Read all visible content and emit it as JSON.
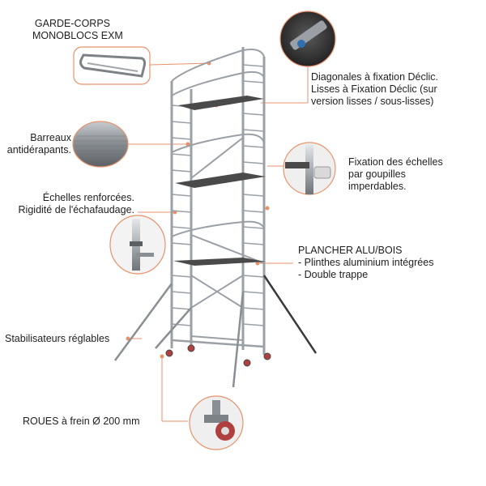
{
  "labels": {
    "garde_corps": {
      "lines": [
        "GARDE-CORPS",
        "MONOBLOCS EXM"
      ]
    },
    "diagonales": {
      "lines": [
        "Diagonales à fixation Déclic.",
        "Lisses à Fixation Déclic (sur",
        "version lisses / sous-lisses)"
      ]
    },
    "barreaux": {
      "lines": [
        "Barreaux",
        "antidérapants."
      ]
    },
    "fixation_echelles": {
      "lines": [
        "Fixation des échelles",
        "par goupilles",
        "imperdables."
      ]
    },
    "echelles": {
      "lines": [
        "Échelles renforcées.",
        "Rigidité de l'échafaudage."
      ]
    },
    "plancher": {
      "lines": [
        "PLANCHER ALU/BOIS",
        "- Plinthes aluminium intégrées",
        "- Double trappe"
      ]
    },
    "stabilisateurs": {
      "lines": [
        "Stabilisateurs réglables"
      ]
    },
    "roues": {
      "lines": [
        "ROUES à frein Ø 200 mm"
      ]
    }
  },
  "colors": {
    "accent": "#e8926a",
    "metal": "#9aa0a6",
    "dark": "#2b2b2b",
    "plank": "#4a4a4a"
  }
}
